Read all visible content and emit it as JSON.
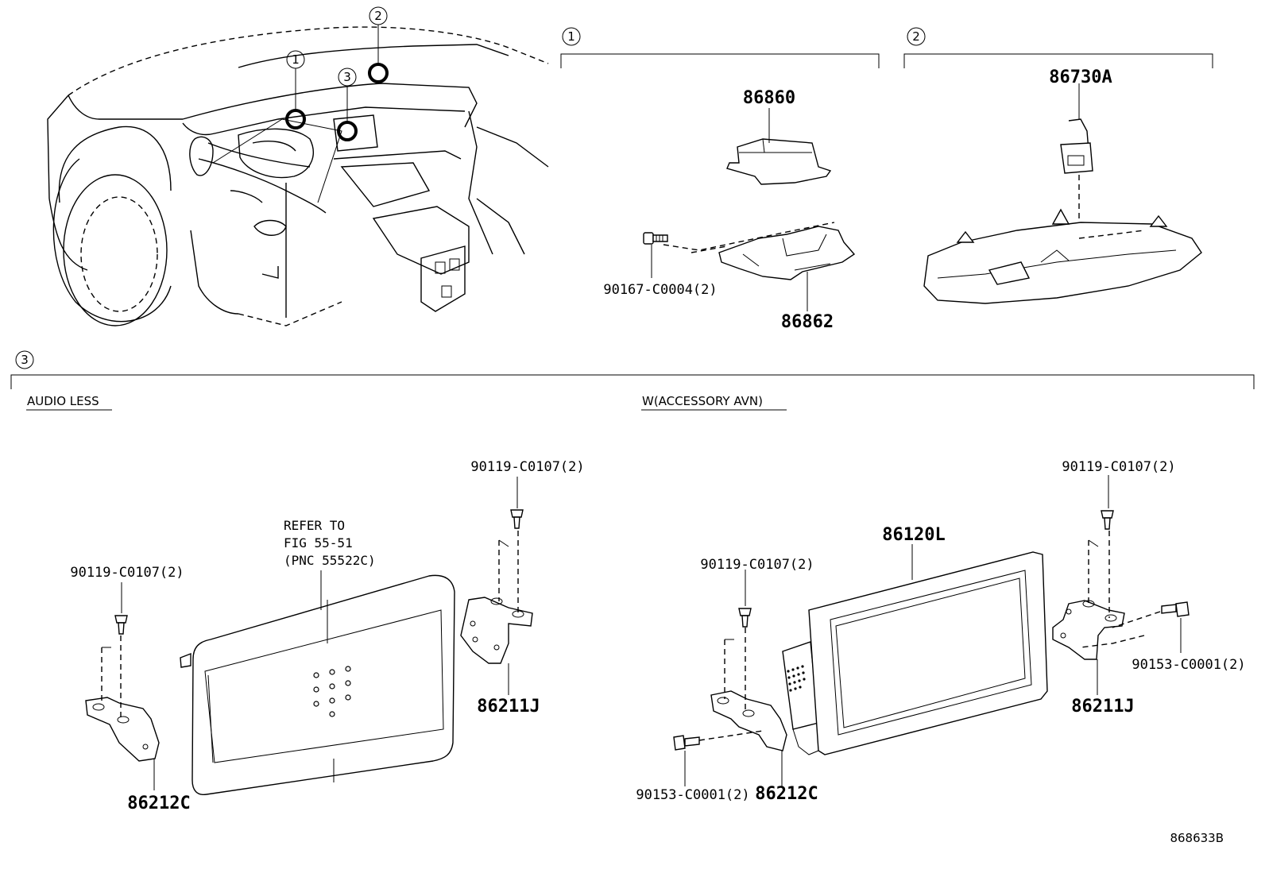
{
  "sections": {
    "s1": "1",
    "s2": "2",
    "s3": "3"
  },
  "callouts": {
    "c1": "1",
    "c2": "2",
    "c3": "3"
  },
  "variants": {
    "audio_less": "AUDIO LESS",
    "accessory_avn": "W(ACCESSORY AVN)"
  },
  "parts": {
    "p86860": "86860",
    "p90167": "90167-C0004(2)",
    "p86862": "86862",
    "p86730A": "86730A",
    "p90119_left": "90119-C0107(2)",
    "p90119_leftright": "90119-C0107(2)",
    "p86212C_left": "86212C",
    "p86211J_left": "86211J",
    "p86120L": "86120L",
    "p90119_mid": "90119-C0107(2)",
    "p90119_right": "90119-C0107(2)",
    "p90153_right": "90153-C0001(2)",
    "p86211J_right": "86211J",
    "p90153_bottom": "90153-C0001(2)",
    "p86212C_right": "86212C"
  },
  "refer_note": {
    "line1": "REFER TO",
    "line2": "FIG 55-51",
    "line3": "(PNC 55522C)"
  },
  "figure_code": "868633B"
}
